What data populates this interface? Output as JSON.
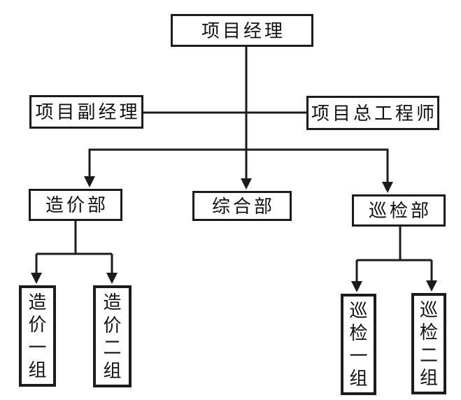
{
  "diagram": {
    "type": "org-chart",
    "colors": {
      "background": "#ffffff",
      "line": "#1c1c1c",
      "box_border": "#1c1c1c",
      "text": "#111111"
    },
    "nodes": {
      "project_manager": {
        "label": "项目经理"
      },
      "deputy_manager": {
        "label": "项目副经理"
      },
      "chief_engineer": {
        "label": "项目总工程师"
      },
      "cost_dept": {
        "label": "造价部"
      },
      "general_dept": {
        "label": "综合部"
      },
      "inspection_dept": {
        "label": "巡检部"
      },
      "cost_group1": {
        "label": "造价一组"
      },
      "cost_group2": {
        "label": "造价二组"
      },
      "inspection_group1": {
        "label": "巡检一组"
      },
      "inspection_group2": {
        "label": "巡检二组"
      }
    },
    "edges": [
      {
        "from": "project_manager",
        "to": "deputy_manager",
        "style": "plain-line"
      },
      {
        "from": "project_manager",
        "to": "chief_engineer",
        "style": "plain-line"
      },
      {
        "from": "project_manager",
        "to": "cost_dept",
        "style": "arrow"
      },
      {
        "from": "project_manager",
        "to": "general_dept",
        "style": "arrow"
      },
      {
        "from": "project_manager",
        "to": "inspection_dept",
        "style": "arrow"
      },
      {
        "from": "cost_dept",
        "to": "cost_group1",
        "style": "arrow"
      },
      {
        "from": "cost_dept",
        "to": "cost_group2",
        "style": "arrow"
      },
      {
        "from": "inspection_dept",
        "to": "inspection_group1",
        "style": "arrow"
      },
      {
        "from": "inspection_dept",
        "to": "inspection_group2",
        "style": "arrow"
      }
    ]
  }
}
